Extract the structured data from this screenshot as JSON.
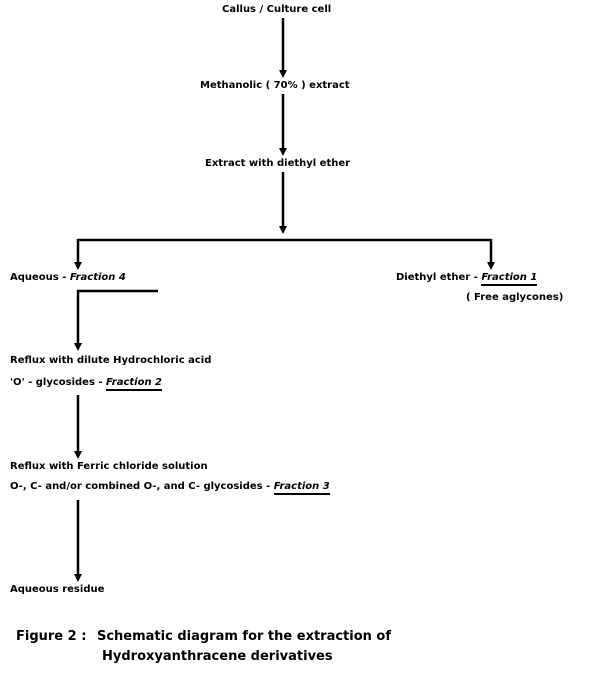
{
  "nodes": {
    "callus": "Callus / Culture cell",
    "methanolic": "Methanolic ( 70% ) extract",
    "ether_extract": "Extract with diethyl ether",
    "aqueous_prefix": "Aqueous -",
    "aqueous_fraction": "Fraction 4",
    "diethyl_prefix": "Diethyl ether -",
    "diethyl_fraction": "Fraction 1",
    "diethyl_note": "( Free aglycones)",
    "reflux_hcl": "Reflux with dilute Hydrochloric acid",
    "o_glycosides_prefix": "'O' - glycosides -",
    "o_glycosides_fraction": "Fraction 2",
    "reflux_ferric": "Reflux with Ferric chloride solution",
    "combined_prefix": "O-, C- and/or combined O-, and C- glycosides -",
    "combined_fraction": "Fraction 3",
    "aqueous_residue": "Aqueous residue"
  },
  "caption": {
    "label": "Figure 2 :",
    "line1": "Schematic diagram for the extraction of",
    "line2": "Hydroxyanthracene derivatives"
  }
}
